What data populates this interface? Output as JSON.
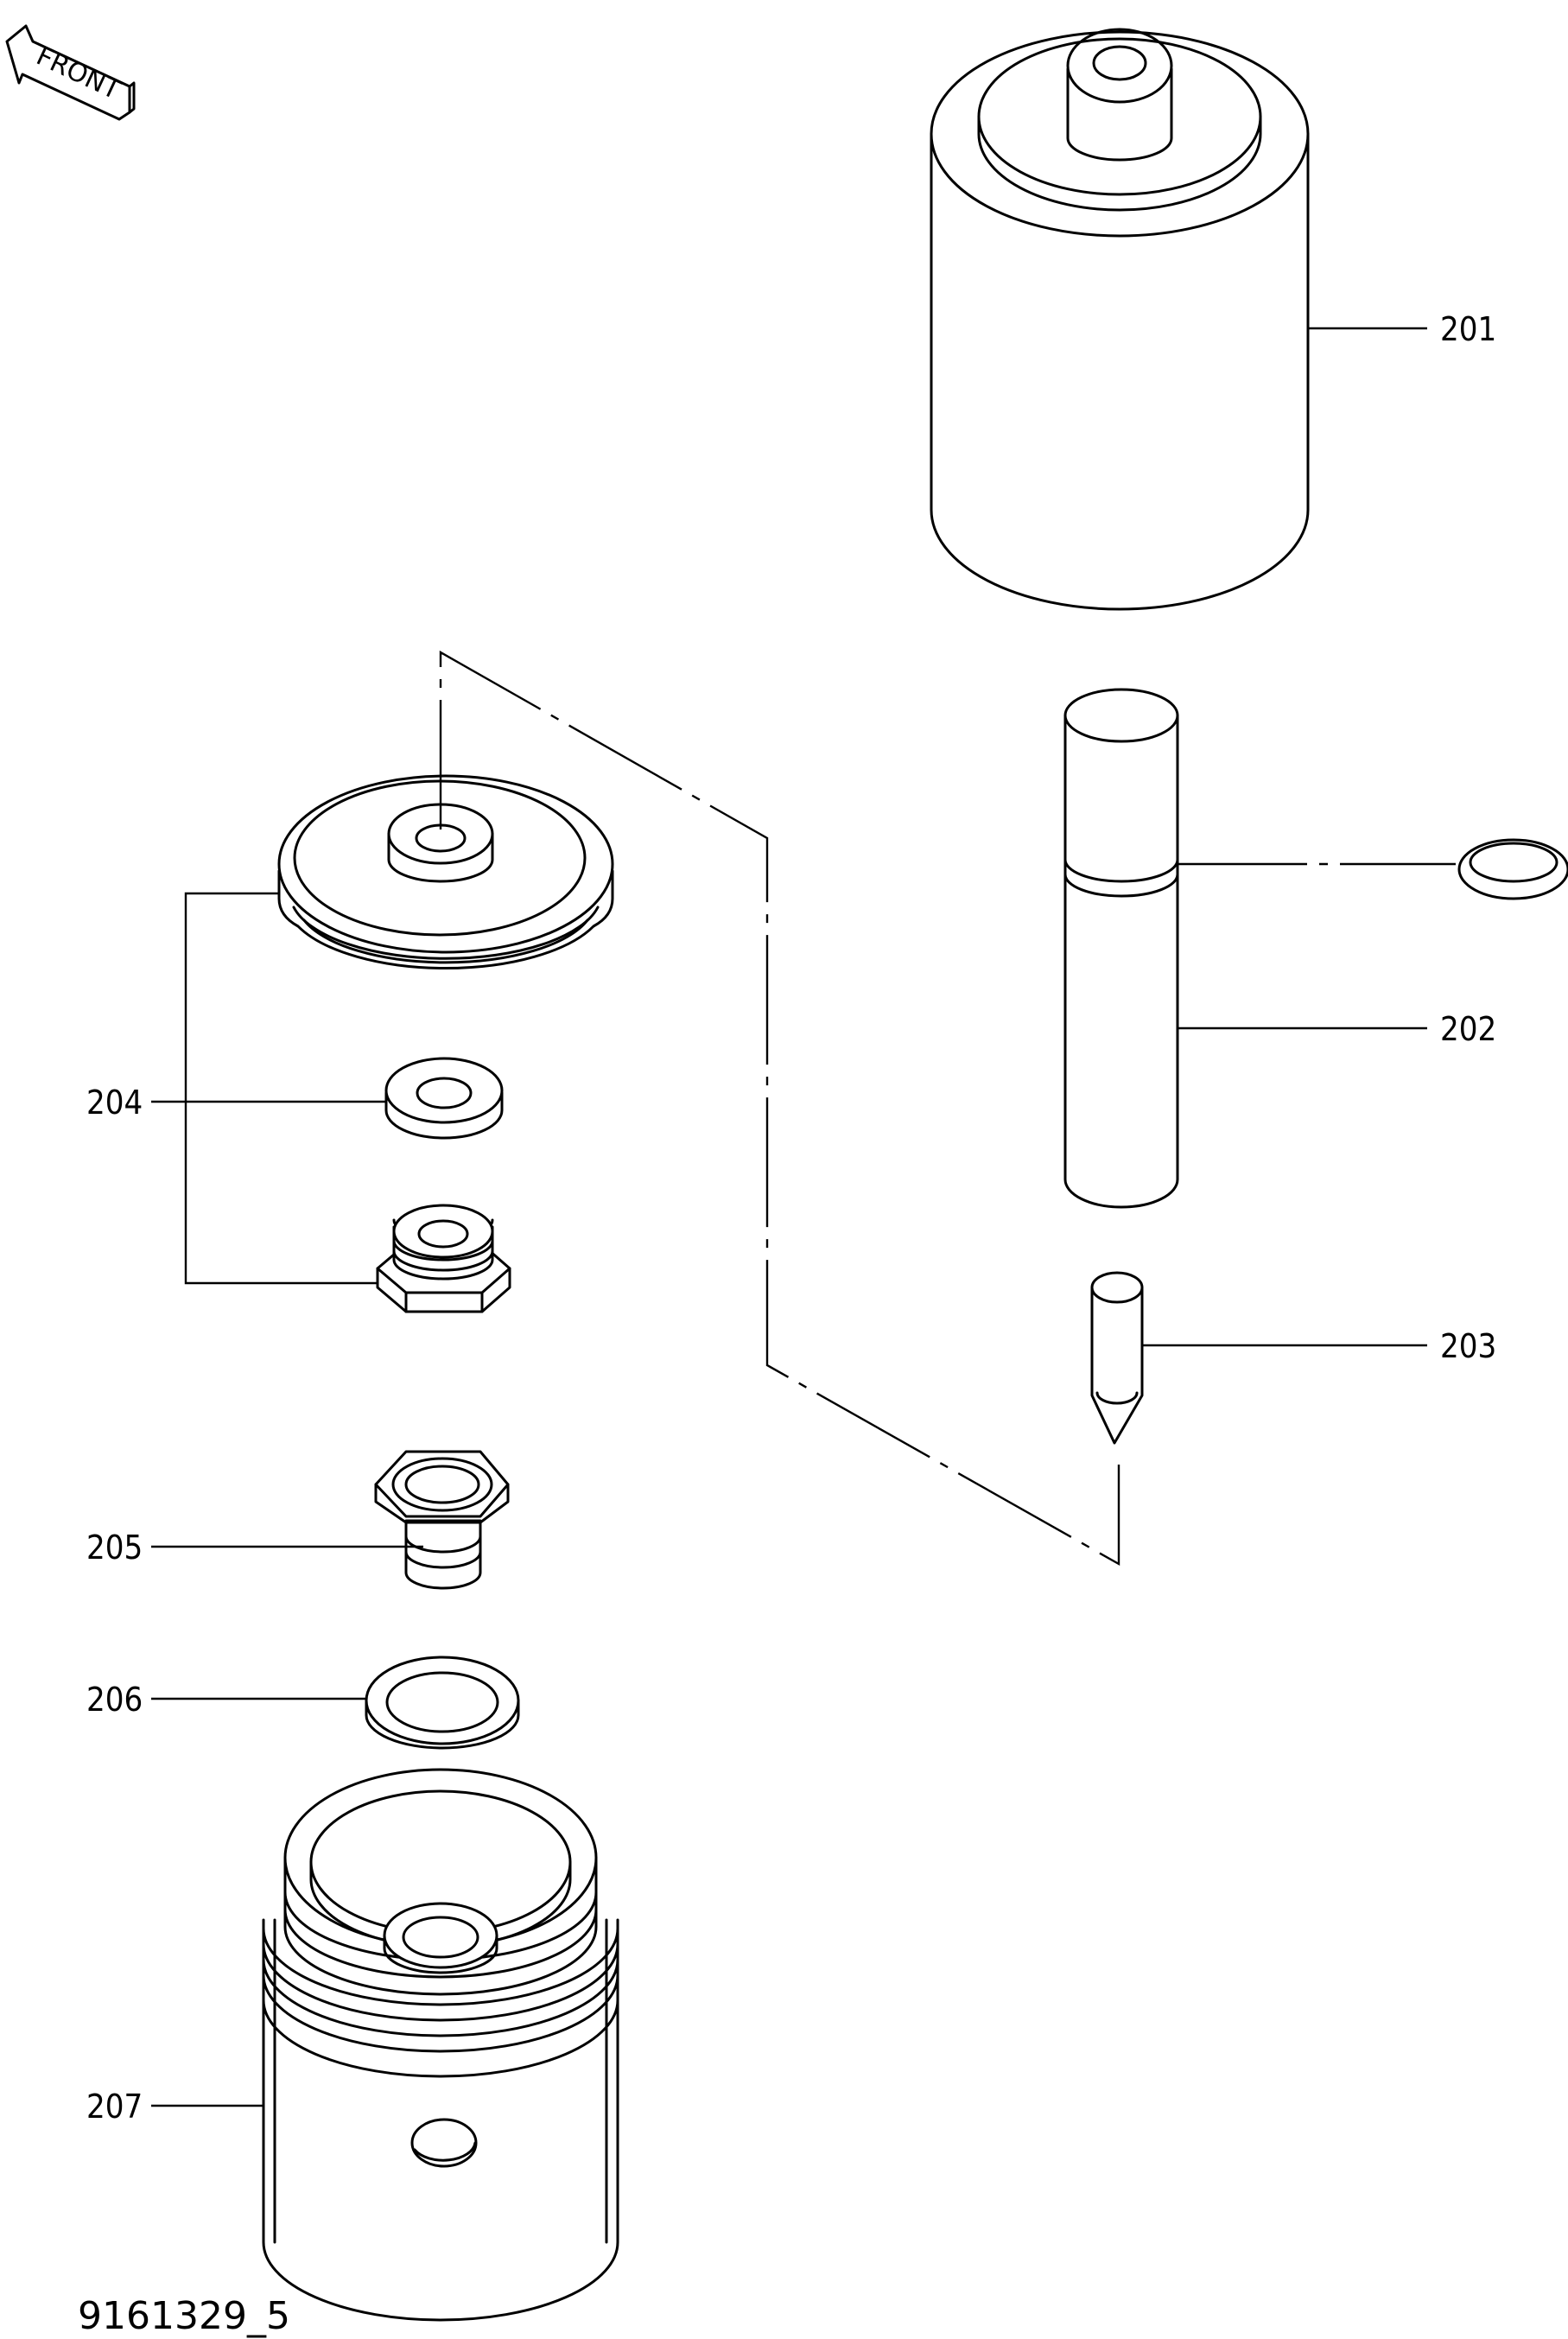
{
  "front_label": "FRONT",
  "drawing_number": "9161329_5",
  "callouts": {
    "c201": "201",
    "c202": "202",
    "c203": "203",
    "c204": "204",
    "c205": "205",
    "c206": "206",
    "c207": "207"
  },
  "icons": {
    "front_arrow": "front-arrow-icon"
  }
}
